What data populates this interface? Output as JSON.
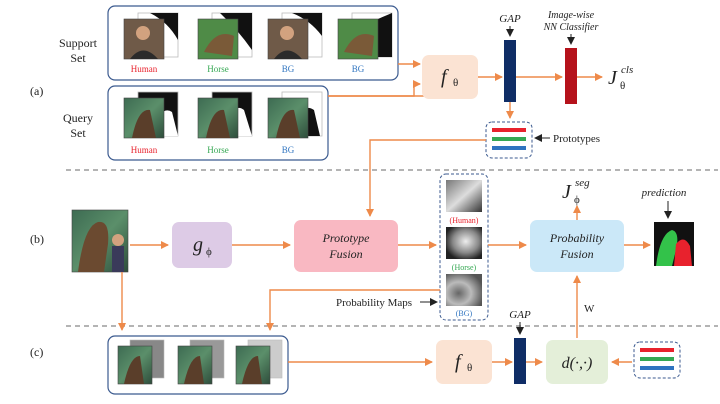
{
  "rows": {
    "a": "(a)",
    "b": "(b)",
    "c": "(c)"
  },
  "support_set": {
    "title_line1": "Support",
    "title_line2": "Set",
    "labels": [
      "Human",
      "Horse",
      "BG",
      "BG"
    ]
  },
  "query_set": {
    "title_line1": "Query",
    "title_line2": "Set",
    "labels": [
      "Human",
      "Horse",
      "BG"
    ]
  },
  "labels": {
    "gap_top": "GAP",
    "gap_bottom": "GAP",
    "classifier_line1": "Image-wise",
    "classifier_line2": "NN Classifier",
    "prototypes": "Prototypes",
    "prediction": "prediction",
    "probability_maps": "Probability Maps",
    "w": "W"
  },
  "modules": {
    "f_theta_top": "f",
    "f_theta_bottom": "f",
    "theta_sub": "θ",
    "g_phi": "g",
    "phi_sub": "ϕ",
    "prototype_fusion_line1": "Prototype",
    "prototype_fusion_line2": "Fusion",
    "probability_fusion_line1": "Probability",
    "probability_fusion_line2": "Fusion",
    "distance": "d(·,·)"
  },
  "losses": {
    "cls": {
      "base": "J",
      "sup": "cls",
      "sub": "θ"
    },
    "seg": {
      "base": "J",
      "sup": "seg",
      "sub": "ϕ"
    }
  },
  "prob_map_labels": [
    "(Human)",
    "(Horse)",
    "(BG)"
  ],
  "colors": {
    "human": "#e8222d",
    "horse": "#35a853",
    "bg": "#2f74c0",
    "arrow": "#ee8a4a",
    "set_border": "#3b5a8f",
    "gap_bar": "#0f2d66",
    "classifier_bar": "#b5121b",
    "f_box": "#fbe3d3",
    "g_box": "#ddcbe6",
    "proto_box": "#f9b8c2",
    "prob_box": "#cbe8f8",
    "d_box": "#e4efd9"
  }
}
